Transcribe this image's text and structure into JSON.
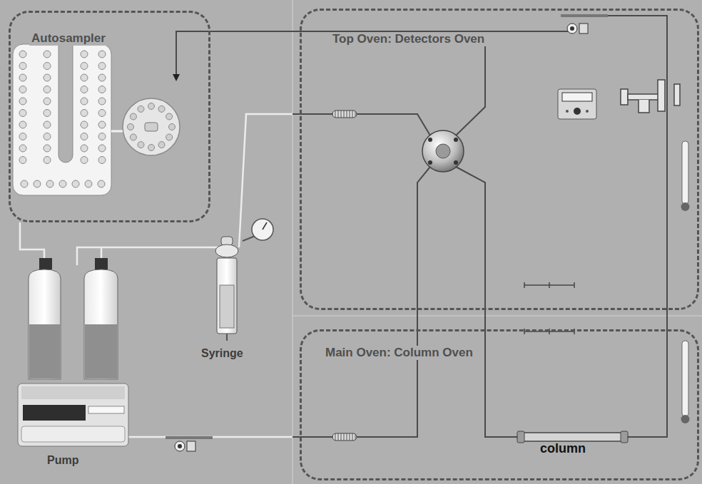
{
  "diagram": {
    "nodes": [
      {
        "text": [
          "Autosampler"
        ]
      },
      {
        "text": [
          "Top Oven: Detectors Oven"
        ]
      },
      {
        "text": [
          "Main Oven: Column Oven"
        ]
      }
    ],
    "labels": [
      "Syringe",
      "Pump",
      "column"
    ]
  }
}
